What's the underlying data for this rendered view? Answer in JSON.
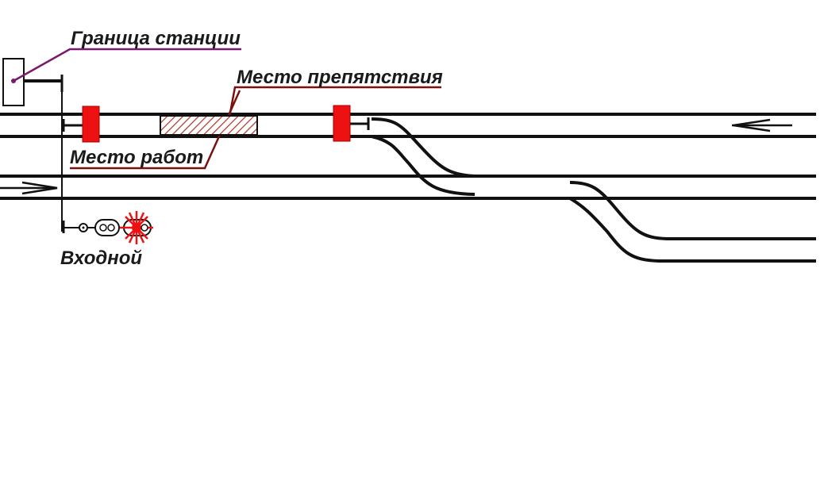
{
  "labels": {
    "station_border": "Граница станции",
    "obstacle_place": "Место препятствия",
    "work_place": "Место работ",
    "entry_signal": "Входной"
  },
  "colors": {
    "track": "#111111",
    "stop_signal": "#ee1111",
    "hatch": "#b03a2e",
    "leader_purple": "#7a1a6a",
    "leader_darkred": "#7a1010",
    "light_on": "#ee1111"
  },
  "entry_signal_aspect": "red",
  "direction_arrows": [
    "left-on-upper-track",
    "right-on-lower-track"
  ]
}
